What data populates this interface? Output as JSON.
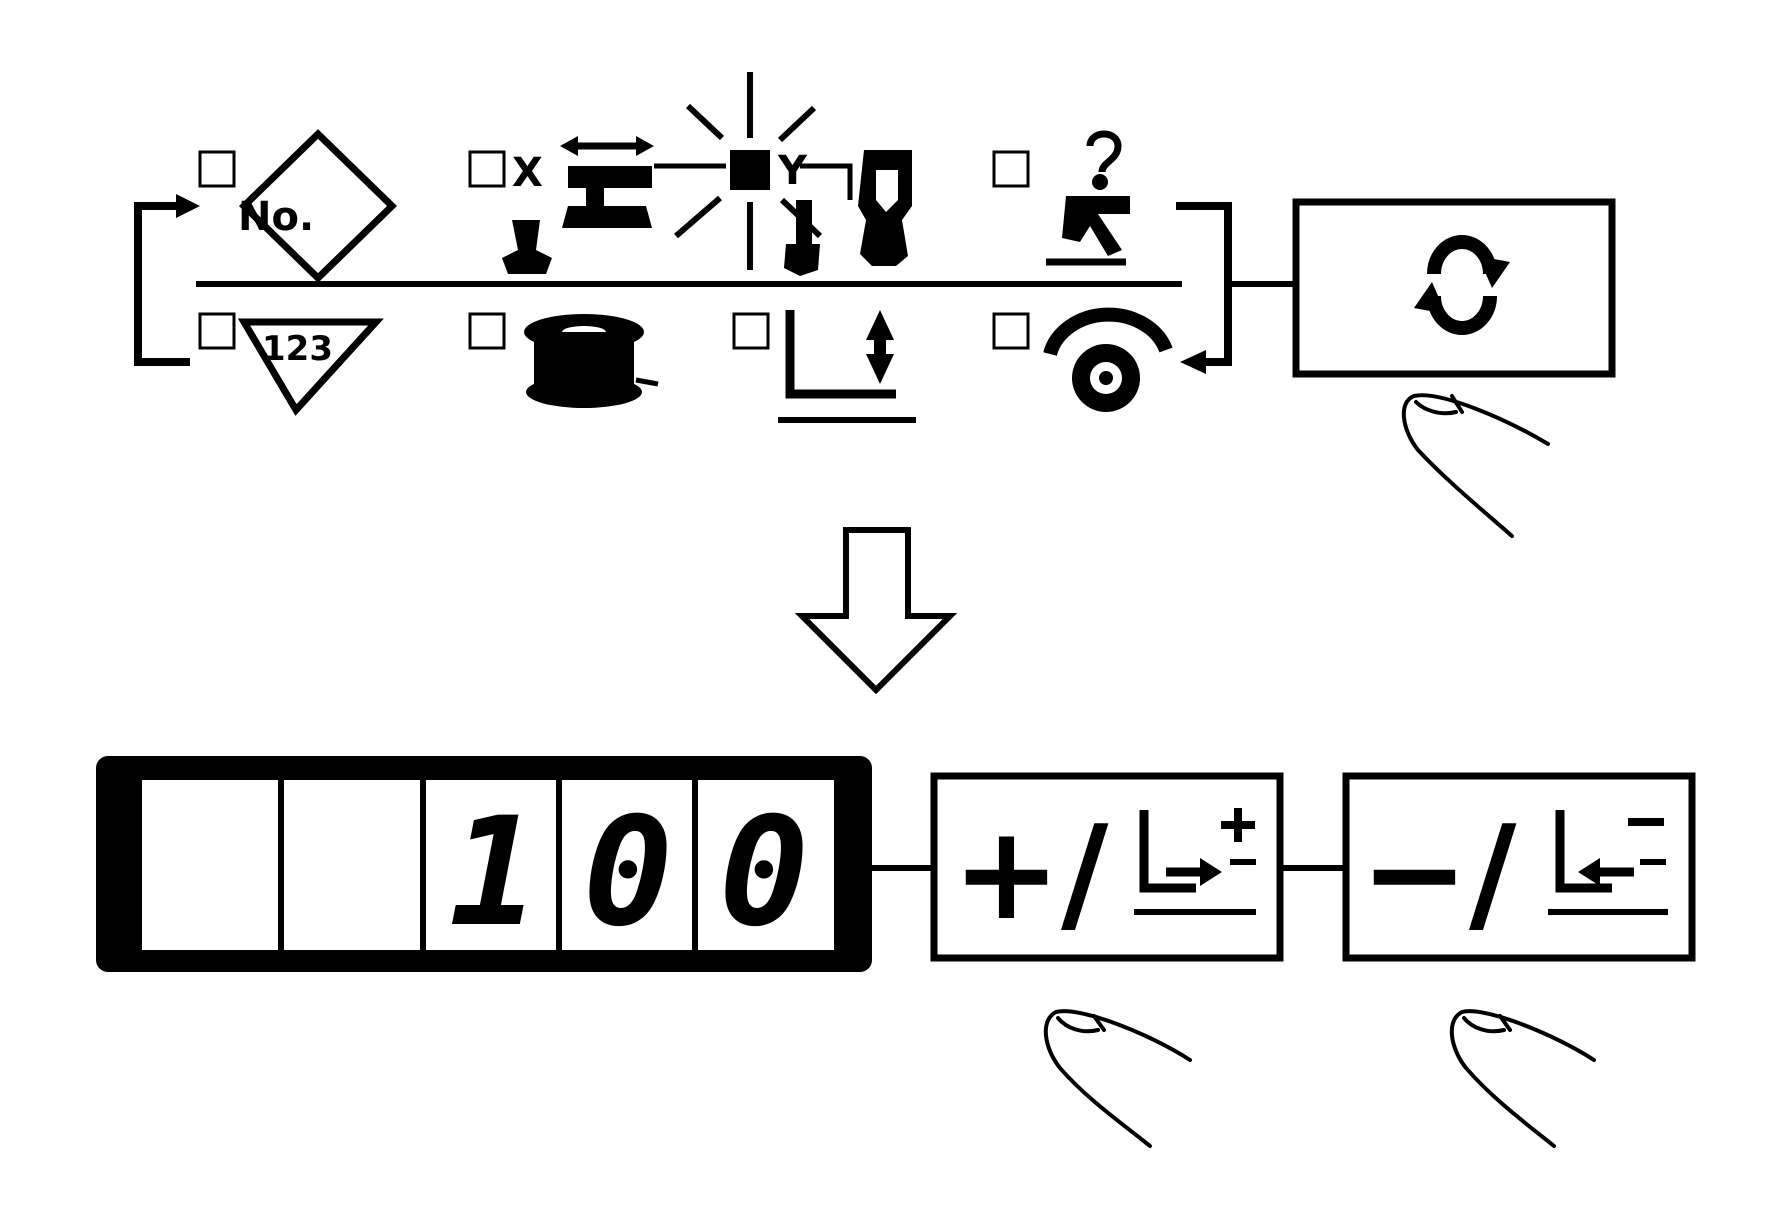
{
  "colors": {
    "ink": "#000000",
    "paper": "#ffffff"
  },
  "mode_panel": {
    "indicators": [
      {
        "icon": "pattern-number-icon",
        "label": "No.",
        "lit": false
      },
      {
        "icon": "xy-scale-icon",
        "label_x": "X",
        "label_y": "Y",
        "lit": true
      },
      {
        "icon": "thread-tension-icon",
        "lit": false
      },
      {
        "icon": "counter-icon",
        "label": "123",
        "lit": false
      },
      {
        "icon": "bobbin-winder-icon",
        "lit": false
      },
      {
        "icon": "presser-height-icon",
        "lit": false
      },
      {
        "icon": "speed-dial-icon",
        "lit": false
      }
    ],
    "select_key_icon": "cycle-icon"
  },
  "flow_arrow_icon": "down-arrow-icon",
  "display": {
    "digits": [
      "",
      "",
      "1",
      "0",
      "0"
    ],
    "value": 100
  },
  "keys": {
    "plus": {
      "symbol": "+/",
      "icon": "presser-plus-icon"
    },
    "minus": {
      "symbol": "−/",
      "icon": "presser-minus-icon"
    }
  }
}
